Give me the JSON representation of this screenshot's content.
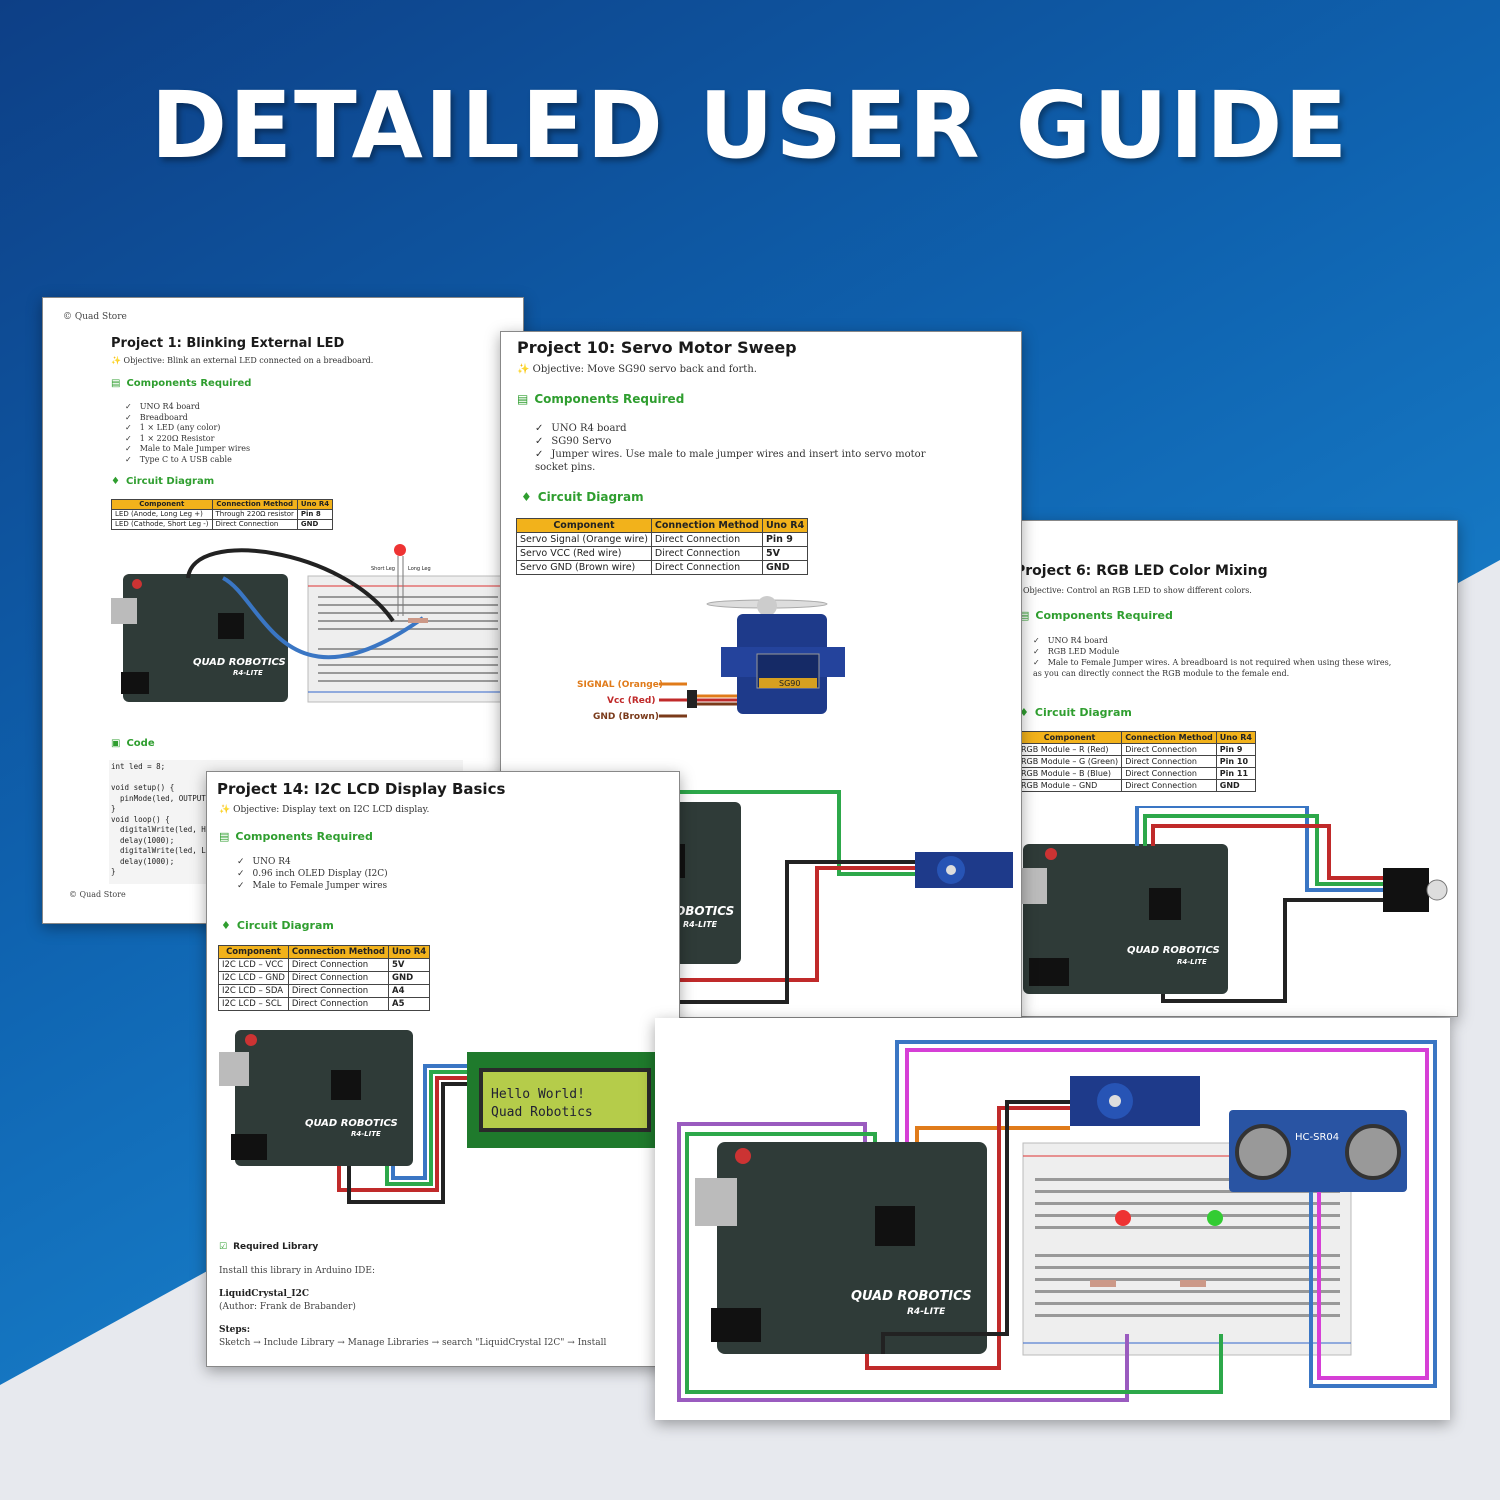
{
  "hero": {
    "title": "DETAILED USER GUIDE"
  },
  "brand": {
    "board_name": "QUAD ROBOTICS",
    "board_model": "R4-LITE"
  },
  "project1": {
    "copyright_top": "© Quad Store",
    "title": "Project 1: Blinking External LED",
    "objective": "✨ Objective: Blink an external LED connected on a breadboard.",
    "components_heading": "Components Required",
    "components": [
      "UNO R4 board",
      "Breadboard",
      "1 × LED (any color)",
      "1 × 220Ω Resistor",
      "Male to Male Jumper wires",
      "Type C to A USB cable"
    ],
    "circuit_heading": "Circuit Diagram",
    "table_headers": [
      "Component",
      "Connection Method",
      "Uno R4"
    ],
    "table_rows": [
      [
        "LED (Anode, Long Leg +)",
        "Through 220Ω resistor",
        "Pin 8"
      ],
      [
        "LED (Cathode, Short Leg -)",
        "Direct Connection",
        "GND"
      ]
    ],
    "short_leg_label": "Short Leg",
    "long_leg_label": "Long Leg",
    "code_heading": "Code",
    "code_lines": [
      "int led = 8;",
      "",
      "void setup() {",
      "  pinMode(led, OUTPUT)",
      "}",
      "void loop() {",
      "  digitalWrite(led, HI",
      "  delay(1000);",
      "  digitalWrite(led, LO",
      "  delay(1000);",
      "}"
    ],
    "copyright_bottom": "© Quad Store"
  },
  "project10": {
    "title": "Project 10: Servo Motor Sweep",
    "objective": "✨ Objective: Move SG90 servo back and forth.",
    "components_heading": "Components Required",
    "components": [
      "UNO R4 board",
      "SG90 Servo",
      "Jumper wires. Use male to male jumper wires and insert into servo motor socket pins."
    ],
    "circuit_heading": "Circuit Diagram",
    "table_headers": [
      "Component",
      "Connection Method",
      "Uno R4"
    ],
    "table_rows": [
      [
        "Servo Signal (Orange wire)",
        "Direct Connection",
        "Pin 9"
      ],
      [
        "Servo VCC (Red wire)",
        "Direct Connection",
        "5V"
      ],
      [
        "Servo GND (Brown wire)",
        "Direct Connection",
        "GND"
      ]
    ],
    "servo_label": "SG90",
    "signal_label": "SIGNAL (Orange)",
    "vcc_label": "Vcc (Red)",
    "gnd_label": "GND (Brown)"
  },
  "project6": {
    "title": "Project 6: RGB LED Color Mixing",
    "objective": "Objective: Control an RGB LED to show different colors.",
    "components_heading": "Components Required",
    "components": [
      "UNO R4 board",
      "RGB LED Module",
      "Male to Female Jumper wires. A breadboard is not required when using these wires, as you can directly connect the RGB module to the female end."
    ],
    "circuit_heading": "Circuit Diagram",
    "table_headers": [
      "Component",
      "Connection Method",
      "Uno R4"
    ],
    "table_rows": [
      [
        "RGB Module – R (Red)",
        "Direct Connection",
        "Pin 9"
      ],
      [
        "RGB Module – G (Green)",
        "Direct Connection",
        "Pin 10"
      ],
      [
        "RGB Module – B (Blue)",
        "Direct Connection",
        "Pin 11"
      ],
      [
        "RGB Module – GND",
        "Direct Connection",
        "GND"
      ]
    ]
  },
  "project14": {
    "title": "Project 14: I2C LCD Display Basics",
    "objective": "✨ Objective: Display text on I2C LCD display.",
    "components_heading": "Components Required",
    "components": [
      "UNO R4",
      "0.96 inch OLED Display (I2C)",
      "Male to Female Jumper wires"
    ],
    "circuit_heading": "Circuit Diagram",
    "table_headers": [
      "Component",
      "Connection Method",
      "Uno R4"
    ],
    "table_rows": [
      [
        "I2C LCD – VCC",
        "Direct Connection",
        "5V"
      ],
      [
        "I2C LCD – GND",
        "Direct Connection",
        "GND"
      ],
      [
        "I2C LCD – SDA",
        "Direct Connection",
        "A4"
      ],
      [
        "I2C LCD – SCL",
        "Direct Connection",
        "A5"
      ]
    ],
    "lcd_line1": "Hello World!",
    "lcd_line2": "Quad Robotics",
    "library_heading": "Required Library",
    "library_intro": "Install this library in Arduino IDE:",
    "library_name": "LiquidCrystal_I2C",
    "library_author": "(Author: Frank de Brabander)",
    "steps_label": "Steps:",
    "steps_text": "Sketch → Include Library → Manage Libraries → search \"LiquidCrystal I2C\" → Install"
  },
  "big_diagram": {
    "sensor_label": "HC-SR04"
  },
  "colors": {
    "accent_green": "#2f9e2f",
    "table_header": "#f2b21b",
    "board": "#2f3b38",
    "bg_blue": "#0f63b0"
  }
}
